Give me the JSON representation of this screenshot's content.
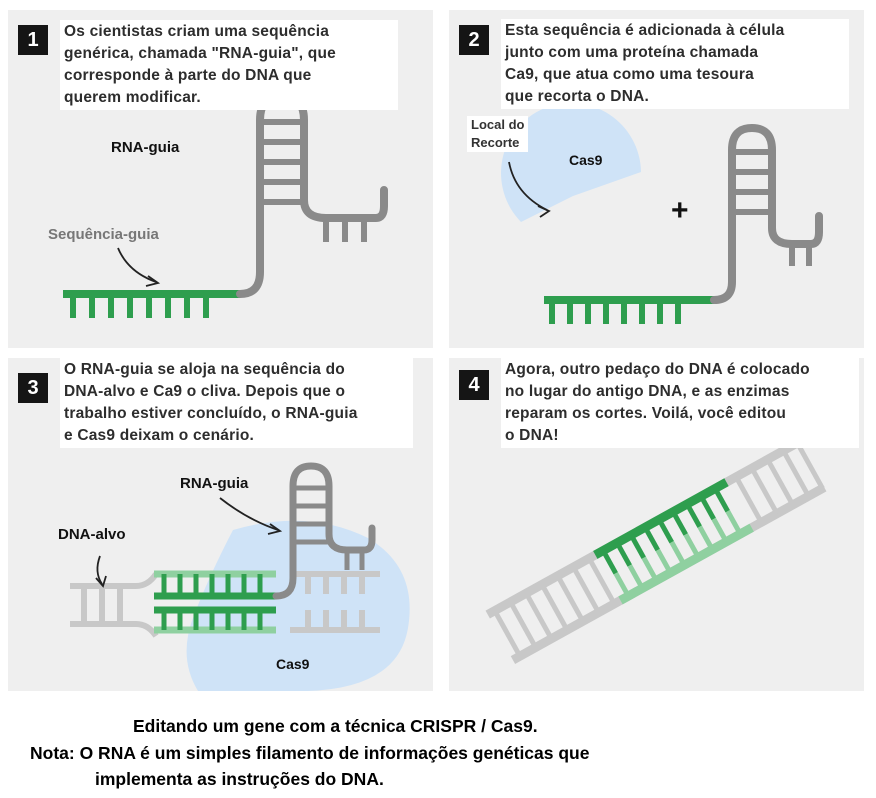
{
  "steps": [
    {
      "number": "1",
      "text": "Os cientistas criam uma sequência\ngenérica, chamada \"RNA-guia\", que\ncorresponde à parte do DNA que\nquerem modificar."
    },
    {
      "number": "2",
      "text": "Esta sequência é adicionada à célula\njunto com uma proteína chamada\nCa9, que atua como uma tesoura\nque recorta o DNA."
    },
    {
      "number": "3",
      "text": "O RNA-guia se aloja na sequência do\nDNA-alvo e Ca9 o cliva. Depois que o\ntrabalho estiver concluído, o RNA-guia\ne Cas9 deixam o cenário."
    },
    {
      "number": "4",
      "text": "Agora, outro pedaço do DNA é colocado\nno lugar do antigo DNA, e as enzimas\nreparam os cortes. Voilá, você editou\no DNA!"
    }
  ],
  "labels": {
    "p1_rna_guia": "RNA-guia",
    "p1_sequencia_guia": "Sequência-guia",
    "p2_local_recorte": "Local do\nRecorte",
    "p2_cas9": "Cas9",
    "p2_plus": "+",
    "p3_rna_guia": "RNA-guia",
    "p3_dna_alvo": "DNA-alvo",
    "p3_cas9": "Cas9"
  },
  "footer": {
    "line1": "Editando um gene com a técnica CRISPR / Cas9.",
    "line2": "Nota: O RNA é  um simples filamento de informações genéticas que",
    "line3": "implementa as instruções do DNA."
  },
  "colors": {
    "panel_bg": "#efefef",
    "green_dark": "#2e9e4e",
    "green_light": "#8fd0a0",
    "rna_gray": "#8a8a8a",
    "dna_gray": "#c8c8c8",
    "cas9_blue": "#cfe3f7"
  }
}
